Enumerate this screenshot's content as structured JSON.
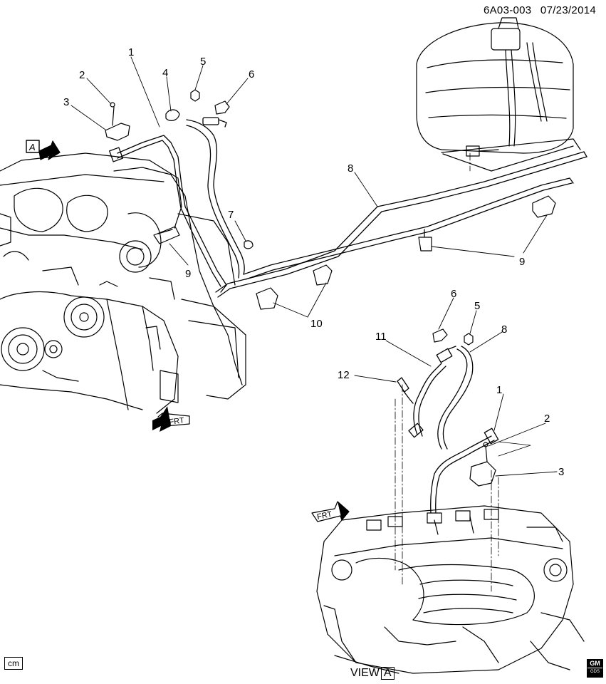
{
  "header": {
    "code": "6A03-003",
    "date": "07/23/2014"
  },
  "callouts": {
    "c1_main": "1",
    "c2_main": "2",
    "c3_main": "3",
    "c4_main": "4",
    "c5_main": "5",
    "c6_main": "6",
    "c7_main": "7",
    "c8_main": "8",
    "c9_left": "9",
    "c9_right": "9",
    "c10_main": "10",
    "c1_view": "1",
    "c2_view": "2",
    "c3_view": "3",
    "c5_view": "5",
    "c6_view": "6",
    "c8_view": "8",
    "c11_view": "11",
    "c12_view": "12"
  },
  "view_ref": {
    "letter": "A"
  },
  "view_label": {
    "prefix": "VIEW",
    "letter": "A"
  },
  "frt_left": "FRT",
  "frt_right": "FRT",
  "badges": {
    "cm": "cm",
    "gm": "GM",
    "gm_sub": "GDS"
  },
  "colors": {
    "line": "#000000",
    "background": "#ffffff"
  }
}
